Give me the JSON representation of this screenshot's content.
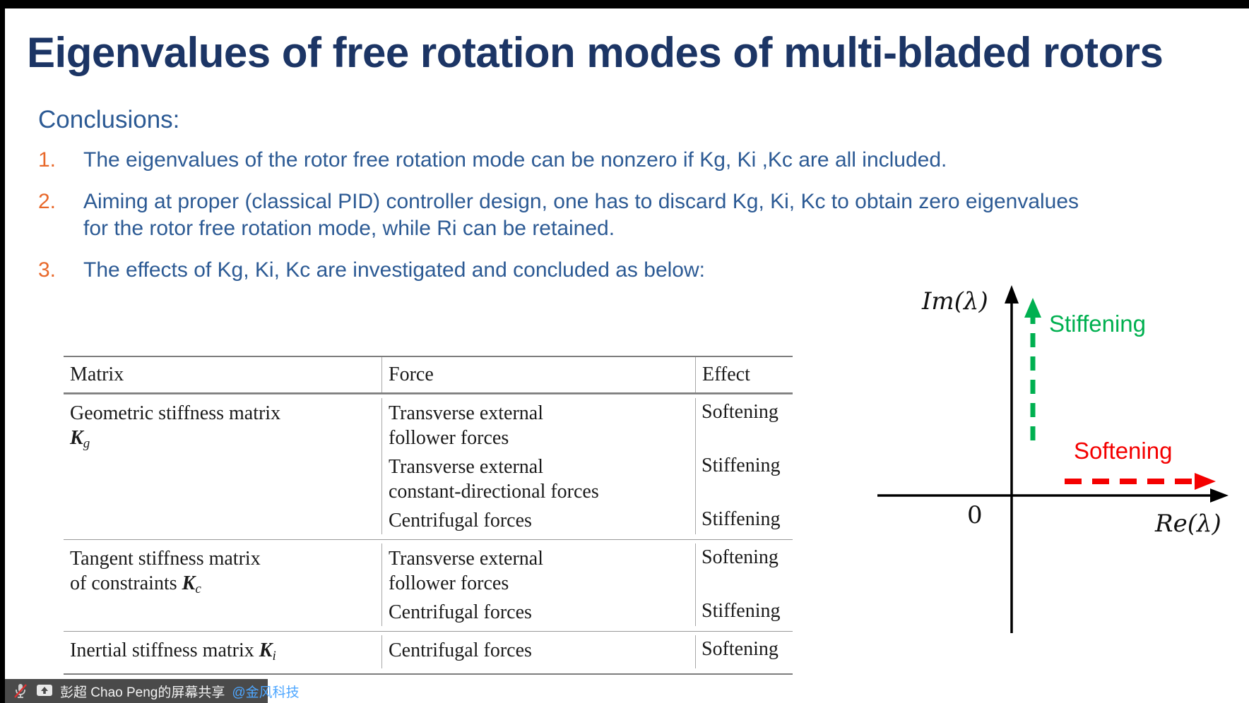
{
  "slide": {
    "title": "Eigenvalues of free rotation modes of multi-bladed rotors",
    "conclusions_heading": "Conclusions:",
    "list": [
      {
        "num": "1.",
        "text": "The eigenvalues of the rotor free rotation mode can be nonzero if Kg, Ki ,Kc are all included."
      },
      {
        "num": "2.",
        "text": "Aiming at proper (classical PID) controller design, one has to discard Kg, Ki, Kc to obtain zero eigenvalues for the rotor free rotation mode, while Ri can be retained."
      },
      {
        "num": "3.",
        "text": "The effects of Kg, Ki, Kc are investigated and concluded as below:"
      }
    ]
  },
  "table": {
    "headers": [
      "Matrix",
      "Force",
      "Effect"
    ],
    "groups": [
      {
        "name": "Geometric stiffness matrix",
        "name2": "",
        "sym": "K",
        "sub": "g",
        "rows": [
          {
            "force_lines": [
              "Transverse external",
              "follower forces"
            ],
            "effect": "Softening"
          },
          {
            "force_lines": [
              "Transverse external",
              "constant-directional forces"
            ],
            "effect": "Stiffening"
          },
          {
            "force_lines": [
              "Centrifugal forces",
              ""
            ],
            "effect": "Stiffening"
          }
        ]
      },
      {
        "name": "Tangent stiffness matrix",
        "name2": "of constraints ",
        "sym": "K",
        "sub": "c",
        "rows": [
          {
            "force_lines": [
              "Transverse external",
              "follower forces"
            ],
            "effect": "Softening"
          },
          {
            "force_lines": [
              "Centrifugal forces",
              ""
            ],
            "effect": "Stiffening"
          }
        ]
      },
      {
        "name": "Inertial stiffness matrix ",
        "name2": "",
        "sym": "K",
        "sub": "i",
        "rows": [
          {
            "force_lines": [
              "Centrifugal forces",
              ""
            ],
            "effect": "Softening"
          }
        ]
      }
    ]
  },
  "diagram": {
    "y_axis_label": "Im(λ)",
    "x_axis_label": "Re(λ)",
    "origin_label": "0",
    "stiffening_label": "Stiffening",
    "softening_label": "Softening",
    "stiffening_color": "#00B050",
    "softening_color": "#F40000",
    "axis_color": "#000000"
  },
  "share_bar": {
    "presenter_text": "彭超 Chao Peng的屏幕共享",
    "mention": "@金风科技",
    "bg_color": "#4A4A4A",
    "mention_color": "#4DA6FF",
    "icons": [
      "muted-mic-icon",
      "screen-share-icon"
    ]
  }
}
